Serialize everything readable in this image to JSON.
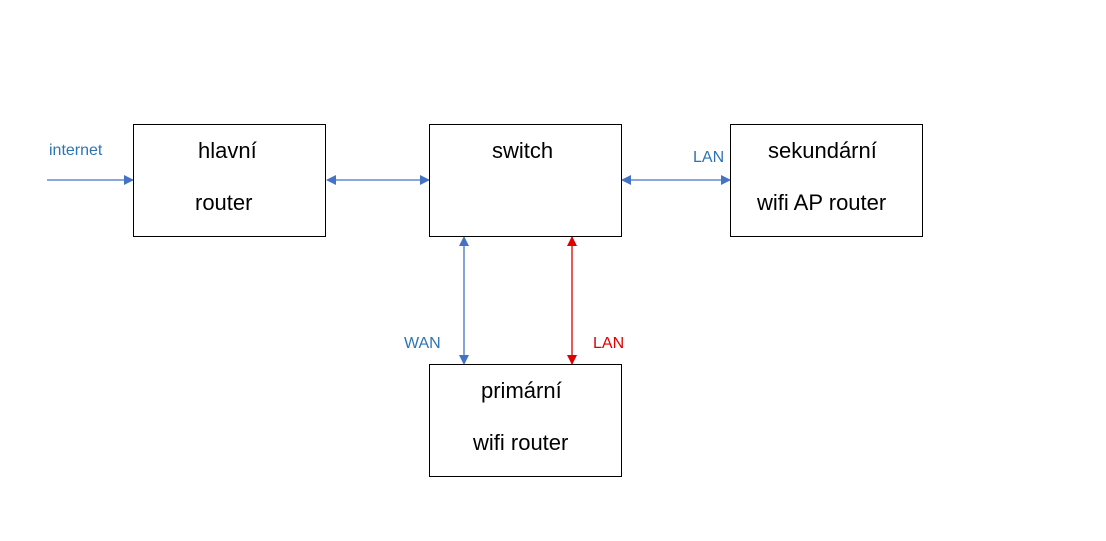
{
  "colors": {
    "blue": "#4472C4",
    "red": "#E00000",
    "label_blue": "#2E74B5",
    "label_red": "#E00000",
    "box_border": "#000000"
  },
  "nodes": {
    "main_router": {
      "line1": "hlavní",
      "line2": "router"
    },
    "switch": {
      "line1": "switch"
    },
    "secondary_router": {
      "line1": "sekundární",
      "line2": "wifi AP router"
    },
    "primary_router": {
      "line1": "primární",
      "line2": "wifi router"
    }
  },
  "edges": {
    "internet": {
      "label": "internet",
      "direction": "one-way"
    },
    "router_switch": {
      "label": "",
      "direction": "two-way"
    },
    "switch_secondary": {
      "label": "LAN",
      "direction": "two-way"
    },
    "switch_primary_wan": {
      "label": "WAN",
      "direction": "two-way"
    },
    "switch_primary_lan": {
      "label": "LAN",
      "direction": "two-way"
    }
  }
}
